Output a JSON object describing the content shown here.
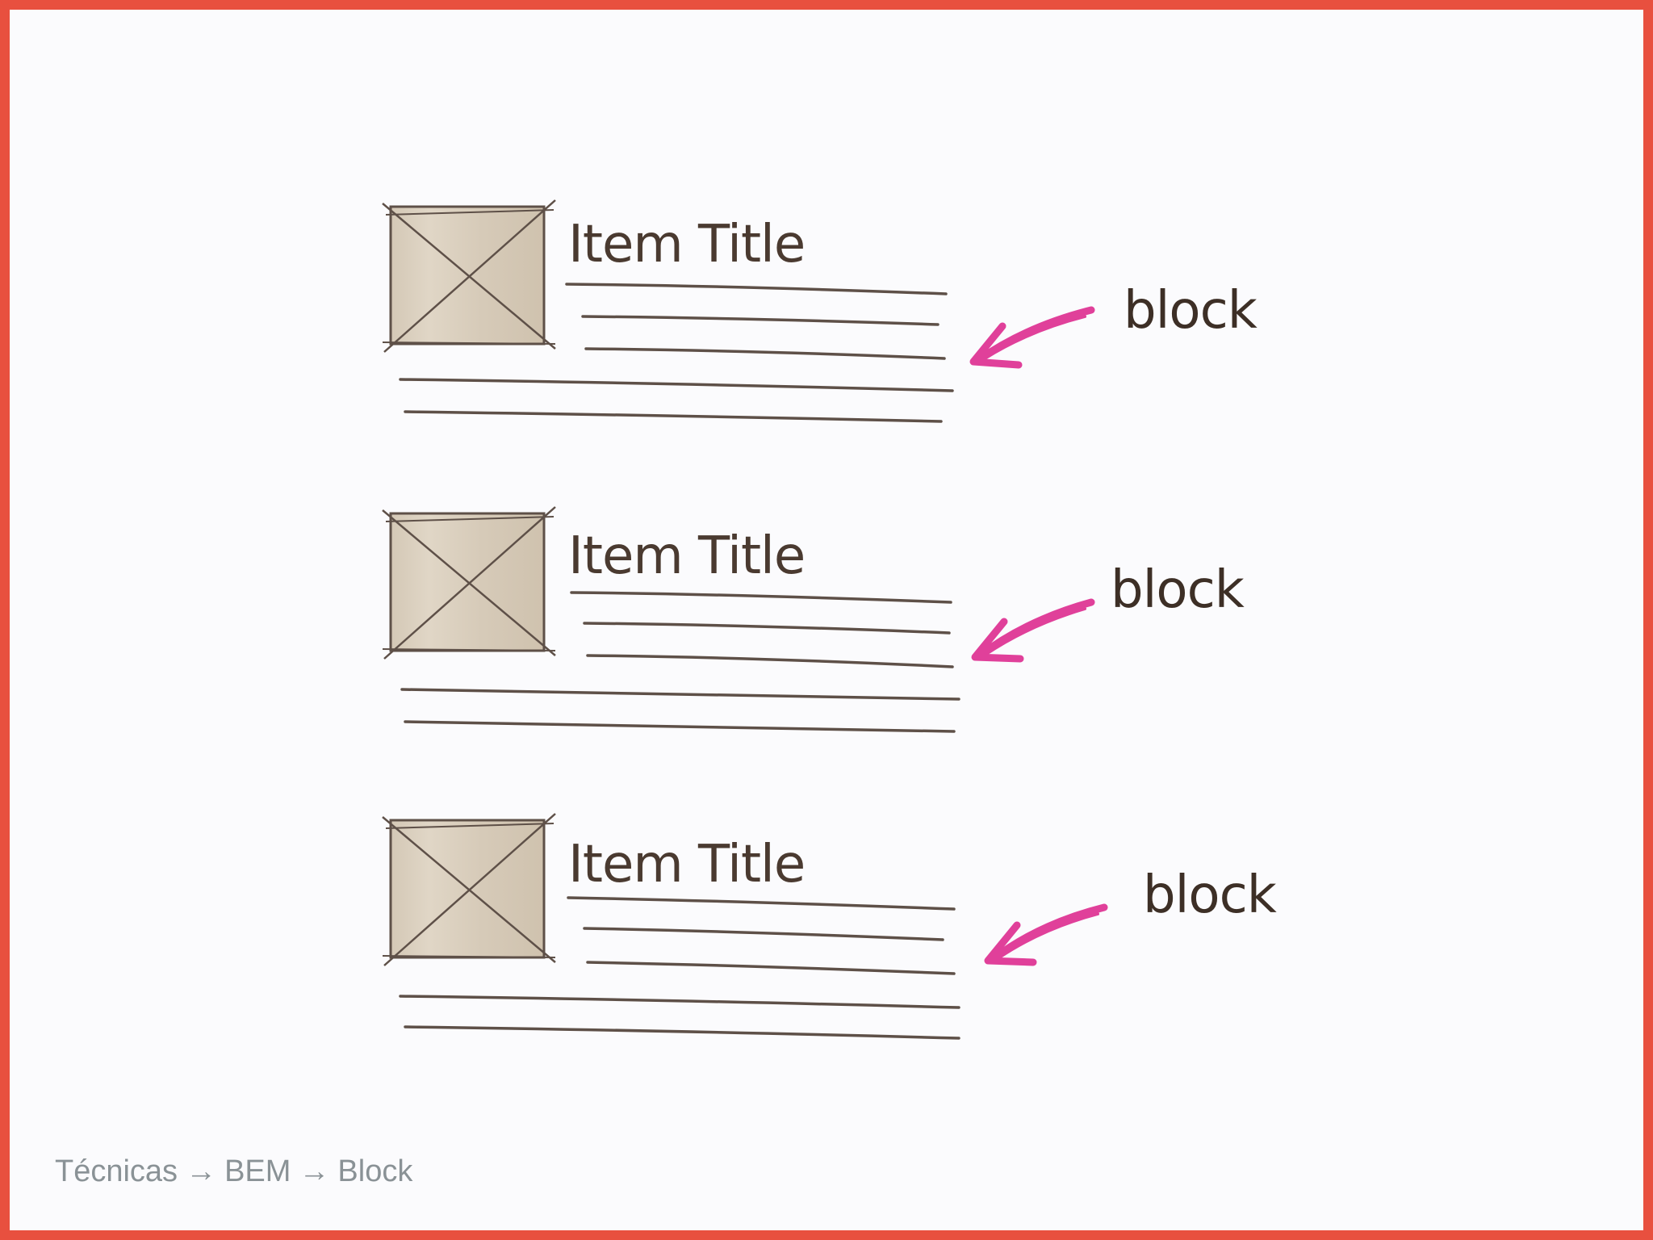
{
  "diagram": {
    "items": [
      {
        "title": "Item Title",
        "label": "block"
      },
      {
        "title": "Item Title",
        "label": "block"
      },
      {
        "title": "Item Title",
        "label": "block"
      }
    ]
  },
  "breadcrumb": {
    "parts": [
      "Técnicas",
      "BEM",
      "Block"
    ],
    "separator": "→"
  },
  "colors": {
    "frame": "#e8503f",
    "background": "#fbfbfd",
    "sketch_line": "#5e5048",
    "thumbnail_fill": "#d8ccbb",
    "arrow": "#e0409a",
    "breadcrumb_text": "#8a9296"
  }
}
